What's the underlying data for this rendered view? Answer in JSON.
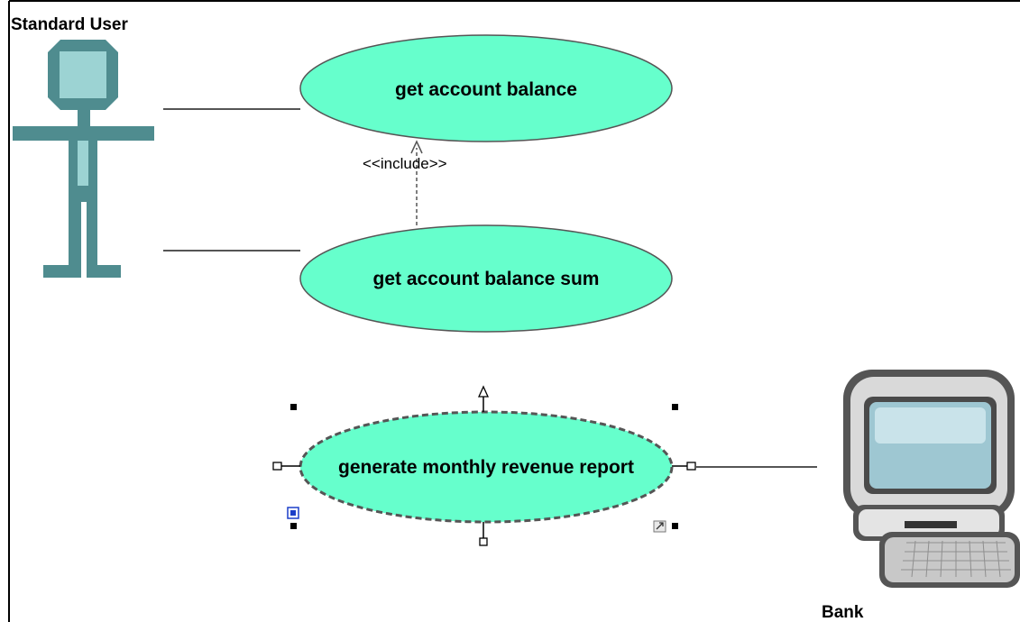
{
  "diagram": {
    "type": "uml-use-case",
    "actors": [
      {
        "id": "standard_user",
        "label": "Standard User",
        "icon": "stick-figure-icon"
      },
      {
        "id": "bank",
        "label": "Bank",
        "icon": "computer-icon"
      }
    ],
    "use_cases": [
      {
        "id": "get_balance",
        "label": "get account balance"
      },
      {
        "id": "get_balance_sum",
        "label": "get account balance sum"
      },
      {
        "id": "monthly_report",
        "label": "generate monthly revenue report",
        "selected": true
      }
    ],
    "relations": [
      {
        "type": "association",
        "from": "standard_user",
        "to": "get_balance"
      },
      {
        "type": "association",
        "from": "standard_user",
        "to": "get_balance_sum"
      },
      {
        "type": "include",
        "from": "get_balance_sum",
        "to": "get_balance",
        "label": "<<include>>"
      },
      {
        "type": "association",
        "from": "monthly_report",
        "to": "bank"
      }
    ],
    "colors": {
      "use_case_fill": "#66ffcc",
      "actor_fill": "#4f8c8f",
      "actor_highlight": "#9cd3d3",
      "selection_handle": "#000000",
      "border": "#000000"
    }
  }
}
